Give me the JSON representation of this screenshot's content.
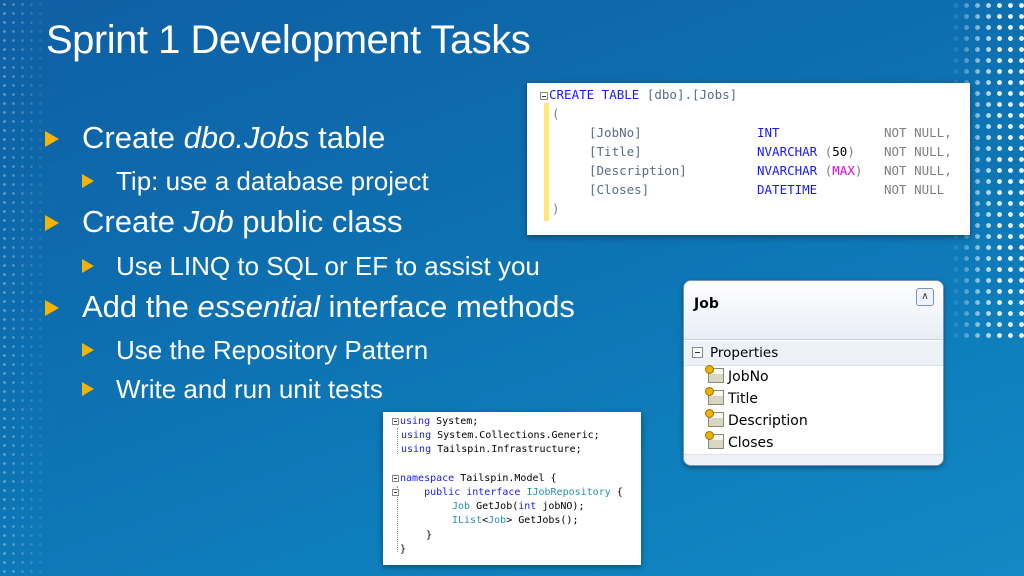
{
  "slide": {
    "title": "Sprint 1 Development Tasks",
    "bullets": [
      {
        "level": 1,
        "parts": [
          "Create ",
          "dbo.Jobs",
          " table"
        ]
      },
      {
        "level": 2,
        "text": "Tip: use a database project"
      },
      {
        "level": 1,
        "parts": [
          "Create ",
          "Job",
          " public class"
        ]
      },
      {
        "level": 2,
        "text": "Use LINQ to SQL or EF to assist you"
      },
      {
        "level": 1,
        "parts": [
          "Add the ",
          "essential",
          " interface methods"
        ]
      },
      {
        "level": 2,
        "text": "Use the Repository Pattern"
      },
      {
        "level": 2,
        "text": "Write and run unit tests"
      }
    ]
  },
  "sql": {
    "line1": {
      "kw": "CREATE TABLE",
      "name": "[dbo].[Jobs]"
    },
    "open": "(",
    "close": ")",
    "columns": [
      {
        "name": "[JobNo]",
        "type": "INT",
        "arg": "",
        "nullability": "NOT NULL,"
      },
      {
        "name": "[Title]",
        "type": "NVARCHAR",
        "arg": "50",
        "nullability": "NOT NULL,"
      },
      {
        "name": "[Description]",
        "type": "NVARCHAR",
        "arg": "MAX",
        "nullability": "NOT NULL,"
      },
      {
        "name": "[Closes]",
        "type": "DATETIME",
        "arg": "",
        "nullability": "NOT NULL"
      }
    ]
  },
  "class_diagram": {
    "name": "Job",
    "section": "Properties",
    "properties": [
      "JobNo",
      "Title",
      "Description",
      "Closes"
    ]
  },
  "csharp": {
    "using_kw": "using",
    "usings": [
      "System;",
      "System.Collections.Generic;",
      "Tailspin.Infrastructure;"
    ],
    "namespace_kw": "namespace",
    "namespace_name": "Tailspin.Model {",
    "interface_kw": "public interface",
    "interface_name": "IJobRepository",
    "interface_brace": "{",
    "method1": {
      "type": "Job",
      "name": "GetJob(",
      "param_kw": "int",
      "rest": " jobNO);"
    },
    "method2": {
      "type": "IList",
      "generic_open": "<",
      "generic_type": "Job",
      "generic_close": ">",
      "rest": " GetJobs();"
    },
    "close_inner": "}",
    "close_outer": "}"
  },
  "colors": {
    "accent_arrow": "#f5b400",
    "background": "#0d6fb0",
    "keyword": "#1a1aff",
    "type_name": "#2b91af"
  }
}
